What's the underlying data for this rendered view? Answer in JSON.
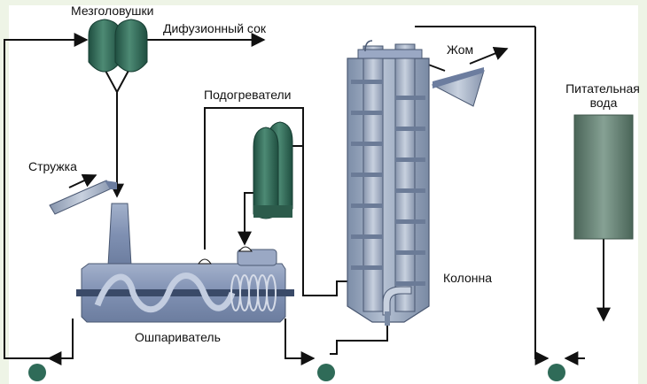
{
  "labels": {
    "mezgolovushki": "Мезголовушки",
    "diffusion_juice": "Дифузионный сок",
    "heaters": "Подогреватели",
    "pulp": "Жом",
    "feed_water_line1": "Питательная",
    "feed_water_line2": "вода",
    "chips": "Стружка",
    "column": "Колонна",
    "scalder": "Ошпариватель"
  },
  "colors": {
    "background": "#ffffff",
    "frame": "#eef4e6",
    "pipe": "#111111",
    "column_fill": "#8f9fb6",
    "scalder_fill": "#7f90b2",
    "scalder_body": "#8a9aba",
    "auger": "#c3cde0",
    "green_equipment": "#2f6b58",
    "water_tank": "#5f7a6e",
    "pump": "#2f6b58"
  }
}
